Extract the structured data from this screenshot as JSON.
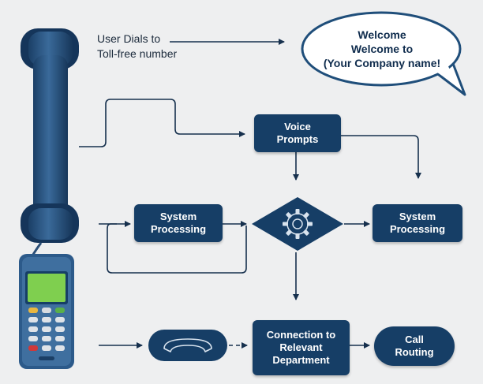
{
  "user_caption": {
    "line1": "User Dials to",
    "line2": "Toll-free number"
  },
  "greeting": {
    "line1": "Welcome",
    "line2": "Welcome to",
    "line3": "(Your Company name!"
  },
  "nodes": {
    "voice_prompts": {
      "line1": "Voice",
      "line2": "Prompts"
    },
    "system_processing_left": {
      "line1": "System",
      "line2": "Processing"
    },
    "system_processing_right": {
      "line1": "System",
      "line2": "Processing"
    },
    "connection": {
      "line1": "Connection to",
      "line2": "Relevant",
      "line3": "Department"
    },
    "call_routing": {
      "line1": "Call",
      "line2": "Routing"
    }
  },
  "icons": {
    "phone": "telephone-handset-icon",
    "gear": "gear-icon",
    "handset_hangup": "handset-icon",
    "mobile": "mobile-phone-icon"
  },
  "colors": {
    "node_fill": "#163e66",
    "line": "#16304d",
    "background": "#eeeff0",
    "bubble_border": "#1f4e7a",
    "screen": "#7fcf4f"
  }
}
